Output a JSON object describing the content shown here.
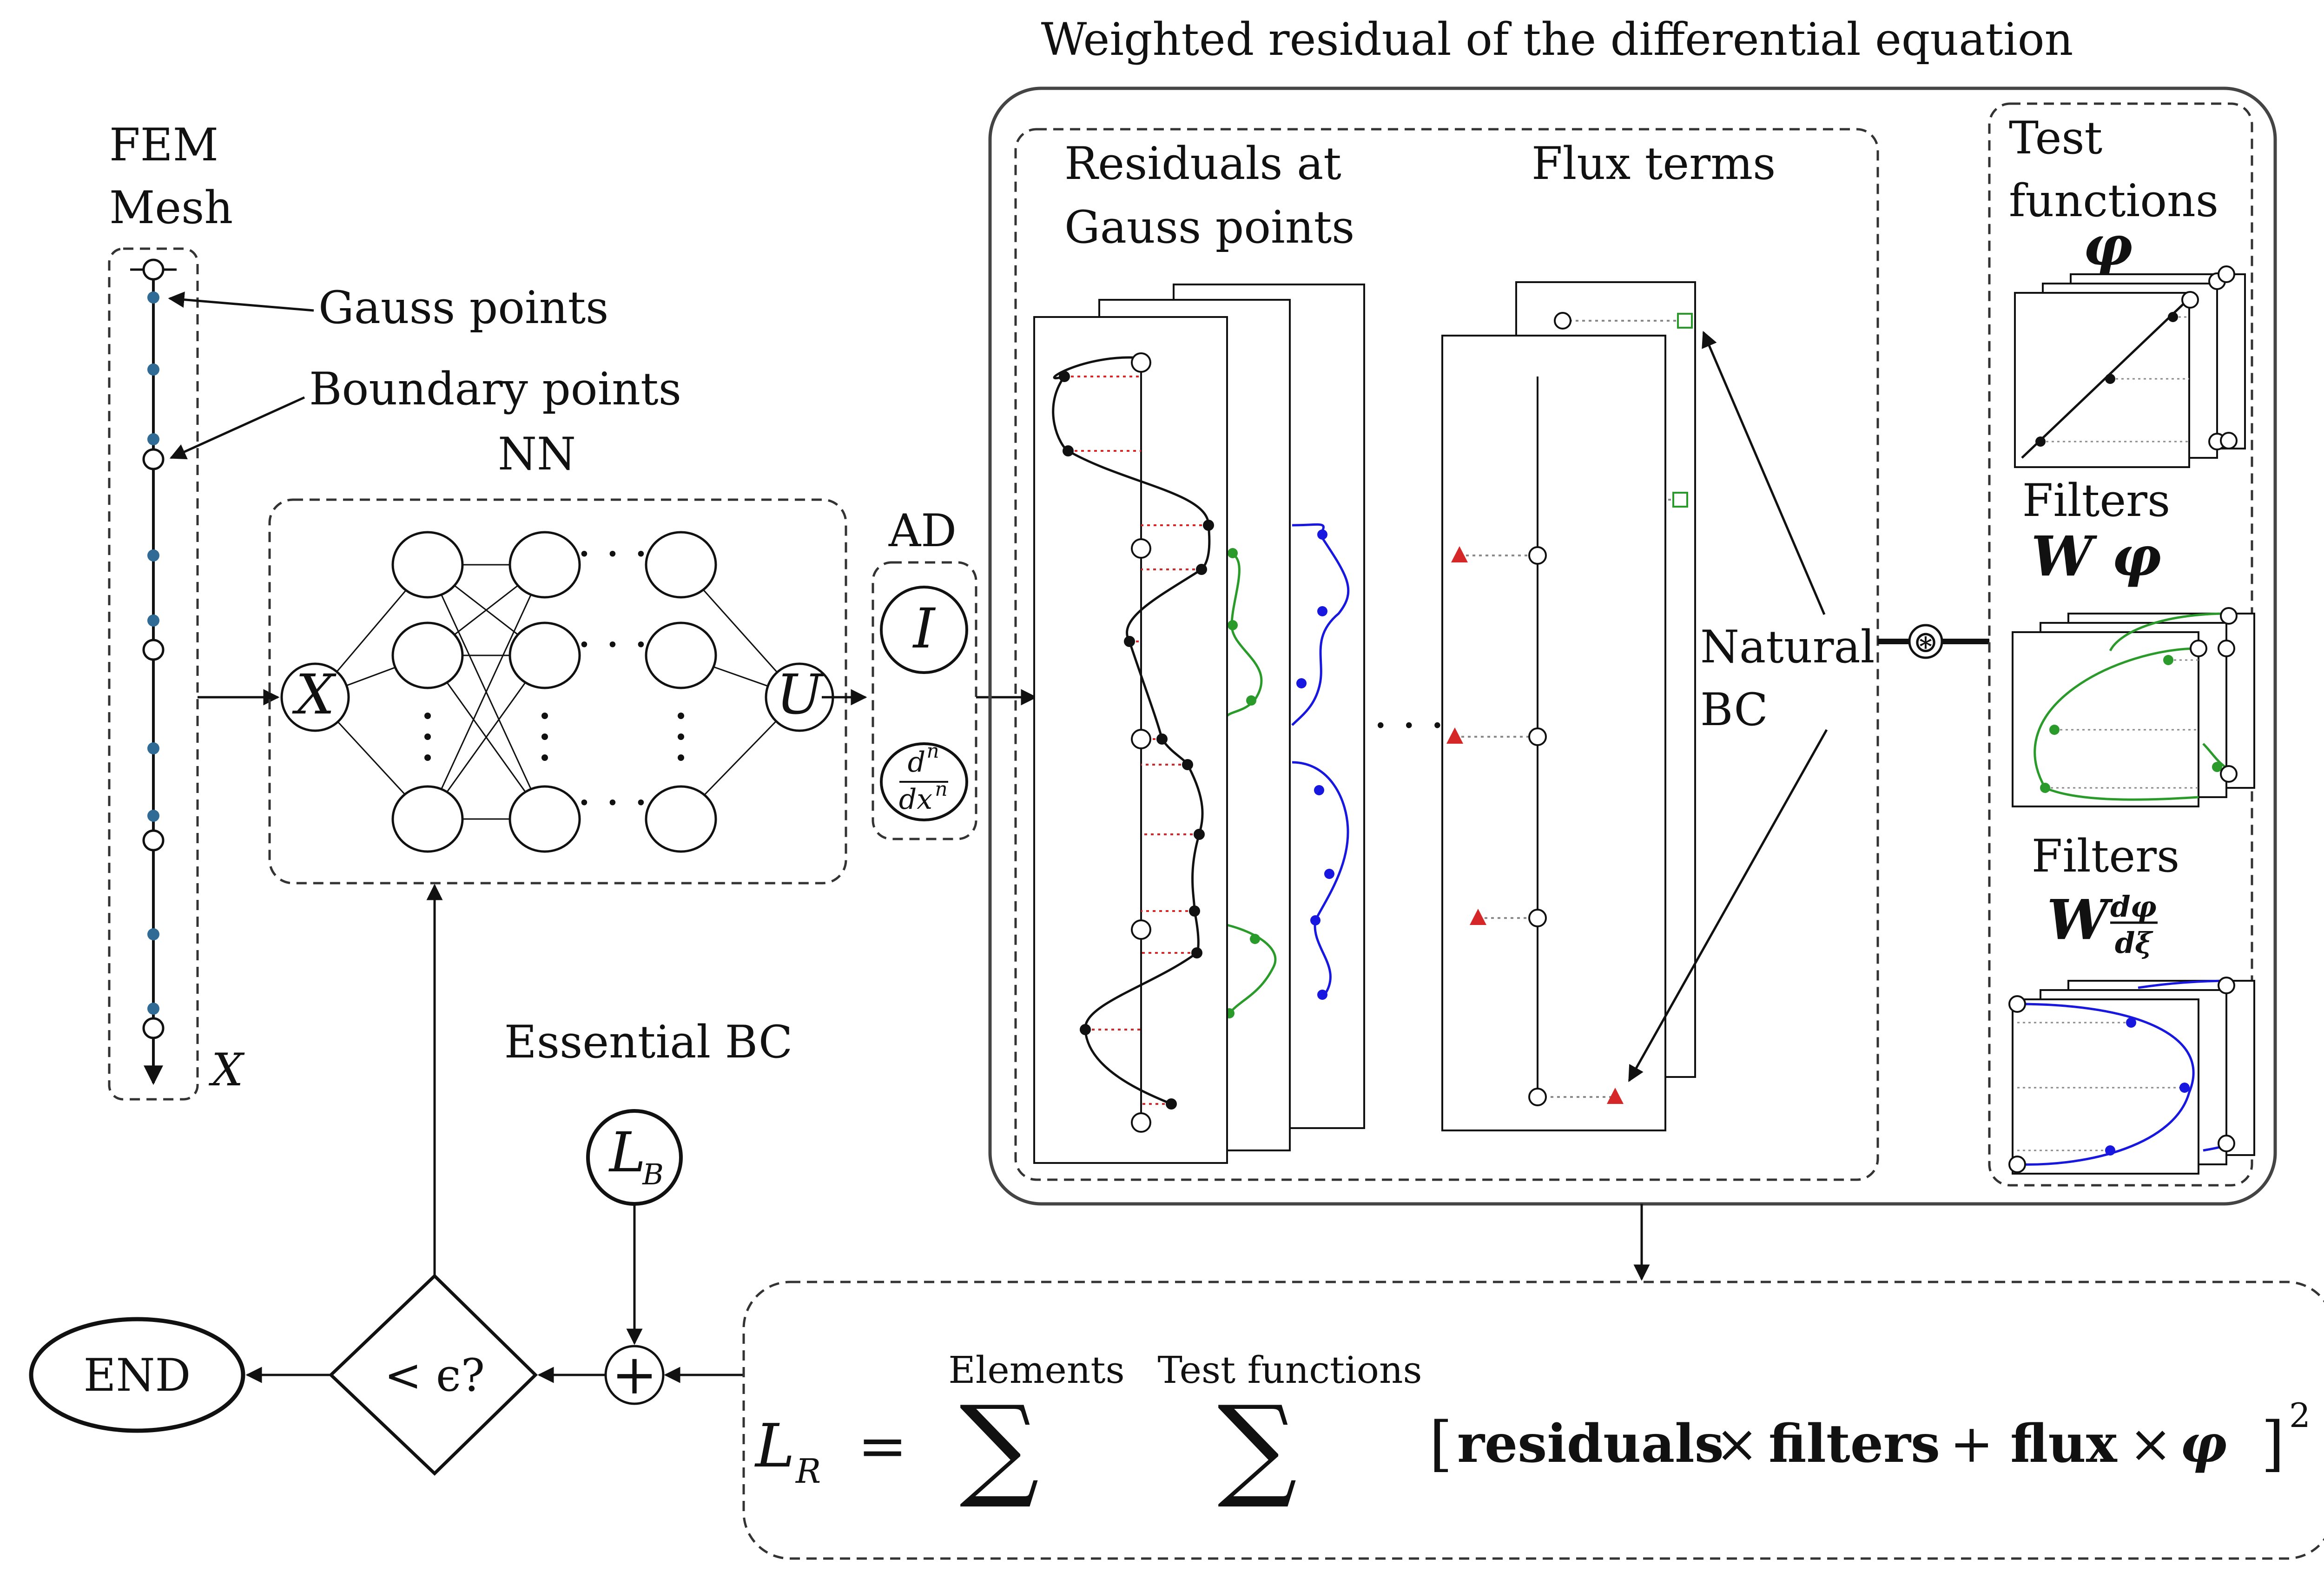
{
  "colors": {
    "black": "#111111",
    "red": "#d62728",
    "green": "#2a9a2a",
    "blue": "#1717e0",
    "mesh_point": "#2f6b95",
    "dotted": "#8a8a8a"
  },
  "title": "Weighted residual of the differential equation",
  "mesh": {
    "label_line1": "FEM",
    "label_line2": "Mesh",
    "axis_label": "X",
    "gauss_label": "Gauss points",
    "boundary_label": "Boundary points"
  },
  "nn": {
    "label": "NN",
    "input": "X",
    "output": "U",
    "dots": "· · ·"
  },
  "ad": {
    "label": "AD",
    "identity": "I",
    "derivative_num": "d",
    "derivative_num_exp": "n",
    "derivative_den": "dx",
    "derivative_den_exp": "n"
  },
  "residual_panel": {
    "residuals_line1": "Residuals at",
    "residuals_line2": "Gauss points",
    "flux_label": "Flux terms",
    "natural_line1": "Natural",
    "natural_line2": "BC",
    "ellipsis": ". . .",
    "conv_symbol": "⊛"
  },
  "test_panel": {
    "title_line1": "Test",
    "title_line2": "functions",
    "phi": "φ",
    "filters1_label": "Filters",
    "filters1_symbol": "W φ",
    "filters2_label": "Filters",
    "filters2_symbol_W": "W",
    "filters2_frac_num": "dφ",
    "filters2_frac_den": "dξ"
  },
  "essential": {
    "label": "Essential BC",
    "loss": "L",
    "loss_sub": "B",
    "plus": "+"
  },
  "decision": {
    "text": "< ϵ?",
    "end": "END"
  },
  "loss_box": {
    "lhs": "L",
    "lhs_sub": "R",
    "equals": "=",
    "sum1_label": "Elements",
    "sum2_label": "Test  functions",
    "sigma": "∑",
    "bracket_open": "[",
    "residuals": "residuals",
    "times1": "×",
    "filters": "filters",
    "plus": "+",
    "flux": "flux",
    "times2": "×",
    "phi": "φ",
    "bracket_close": "]",
    "exponent": "2"
  }
}
